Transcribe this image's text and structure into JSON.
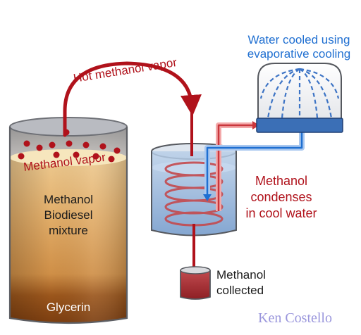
{
  "labels": {
    "hot_vapor": "Hot methanol vapor",
    "methanol_vapor": "Methanol vapor",
    "mixture_line1": "Methanol",
    "mixture_line2": "Biodiesel",
    "mixture_line3": "mixture",
    "glycerin": "Glycerin",
    "cooling_line1": "Water cooled using",
    "cooling_line2": "evaporative cooling",
    "condenses_line1": "Methanol",
    "condenses_line2": "condenses",
    "condenses_line3": "in cool water",
    "collected_line1": "Methanol",
    "collected_line2": "collected",
    "signature": "Ken Costello"
  },
  "colors": {
    "vapor_red": "#b0121b",
    "cooling_blue": "#1f6fd1",
    "water_blue": "#7ea7d4",
    "biodiesel_tan": "#dca560",
    "glycerin_brown": "#8a4613",
    "signature_lavender": "#9a96dc"
  }
}
